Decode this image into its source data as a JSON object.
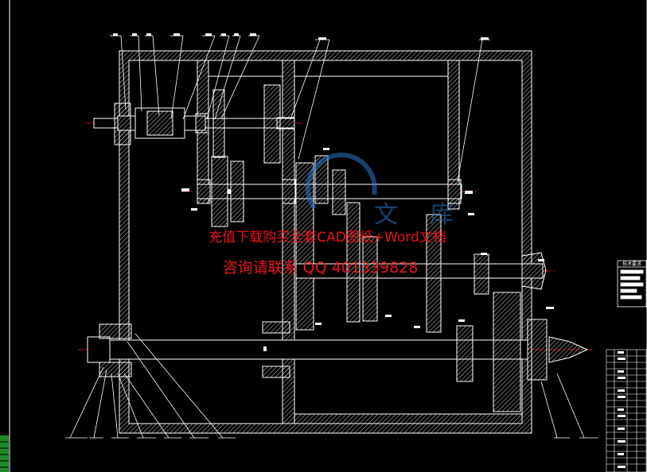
{
  "watermark": {
    "line1": "充值下载购买全套CAD图纸+Word文档",
    "line2": "咨询请联系  QQ 401339828",
    "logo_text": "文库",
    "color": "#e8141b"
  },
  "sidebar_title": "技术要求",
  "colors": {
    "background": "#000000",
    "outline": "#ffffff",
    "centerline": "#e8141b",
    "gear": "#ffffff",
    "leader": "#ffffff",
    "bolt": "#2aa02a",
    "logo": "#2a78c8"
  }
}
